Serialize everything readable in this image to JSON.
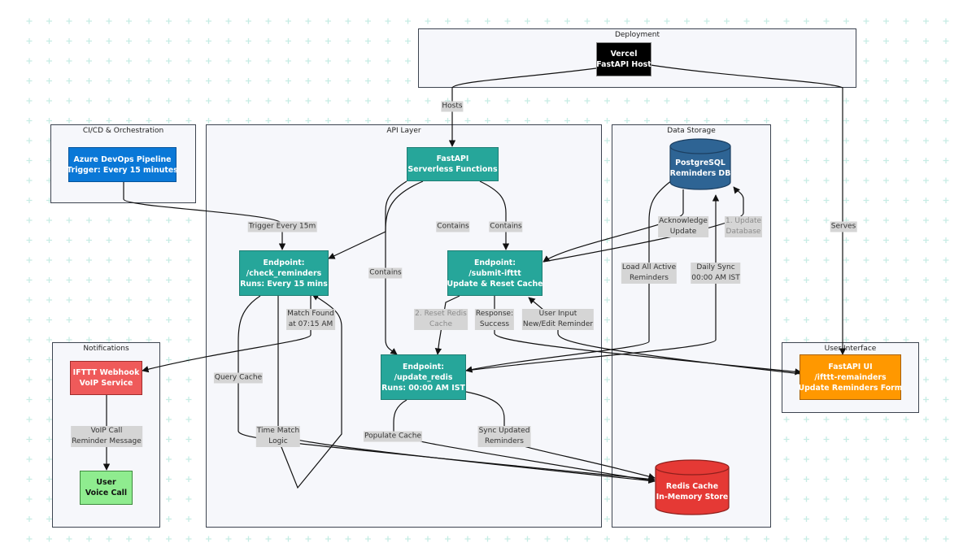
{
  "clusters": {
    "deployment": "Deployment",
    "cicd": "CI/CD & Orchestration",
    "api": "API Layer",
    "storage": "Data Storage",
    "notifications": "Notifications",
    "ui": "User Interface"
  },
  "nodes": {
    "vercel": [
      "Vercel",
      "FastAPI Host"
    ],
    "fastapi": [
      "FastAPI",
      "Serverless Functions"
    ],
    "azure": [
      "Azure DevOps Pipeline",
      "Trigger: Every 15 minutes"
    ],
    "check": [
      "Endpoint:",
      "/check_reminders",
      "Runs: Every 15 mins"
    ],
    "submit": [
      "Endpoint:",
      "/submit-ifttt",
      "Update & Reset Cache"
    ],
    "update": [
      "Endpoint:",
      "/update_redis",
      "Runs: 00:00 AM IST"
    ],
    "postgres": [
      "PostgreSQL",
      "Reminders DB"
    ],
    "redis": [
      "Redis Cache",
      "In-Memory Store"
    ],
    "ifttt": [
      "IFTTT Webhook",
      "VoIP Service"
    ],
    "user": [
      "User",
      "Voice Call"
    ],
    "fastapi_ui": [
      "FastAPI UI",
      "/ifttt-remainders",
      "Update Reminders Form"
    ]
  },
  "edge_labels": {
    "hosts": [
      "Hosts"
    ],
    "serves": [
      "Serves"
    ],
    "trigger": [
      "Trigger Every 15m"
    ],
    "contains_check": [
      "Contains"
    ],
    "contains_submit": [
      "Contains"
    ],
    "contains_update": [
      "Contains"
    ],
    "ack_update": [
      "Acknowledge",
      "Update"
    ],
    "update_db": [
      "1. Update",
      "Database"
    ],
    "load_all": [
      "Load All Active",
      "Reminders"
    ],
    "daily_sync": [
      "Daily Sync",
      "00:00 AM IST"
    ],
    "match_found": [
      "Match Found",
      "at 07:15 AM"
    ],
    "reset_redis": [
      "2. Reset Redis",
      "Cache"
    ],
    "response": [
      "Response:",
      "Success"
    ],
    "user_input": [
      "User Input",
      "New/Edit Reminder"
    ],
    "query_cache": [
      "Query Cache"
    ],
    "voip_call": [
      "VoIP Call",
      "Reminder Message"
    ],
    "time_match": [
      "Time Match",
      "Logic"
    ],
    "populate": [
      "Populate Cache"
    ],
    "sync_updated": [
      "Sync Updated",
      "Reminders"
    ]
  },
  "colors": {
    "vercel": "#000000",
    "teal": "#26a69a",
    "azure": "#0a78d7",
    "postgres": "#2e6494",
    "redis": "#e53935",
    "ifttt": "#ef5a5a",
    "user": "#8fec8f",
    "fastapi_ui": "#ff9800",
    "grid_plus": "#c6ece4"
  }
}
